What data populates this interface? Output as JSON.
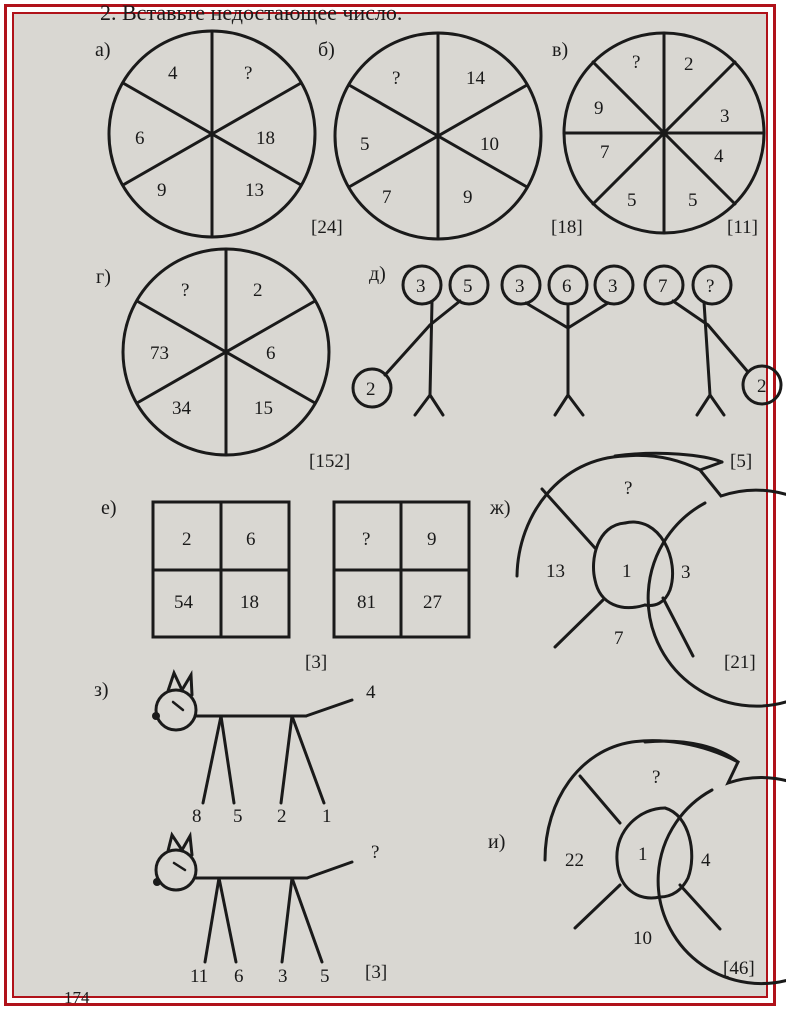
{
  "header": {
    "text": "2. Вставьте недостающее число."
  },
  "page_number": "174",
  "puzzles": {
    "a": {
      "label": "а)",
      "sectors": [
        "4",
        "?",
        "18",
        "13",
        "9",
        "6"
      ],
      "answer": "[24]"
    },
    "b": {
      "label": "б)",
      "sectors": [
        "?",
        "14",
        "10",
        "9",
        "7",
        "5"
      ],
      "answer": "[18]"
    },
    "v": {
      "label": "в)",
      "sectors": [
        "?",
        "2",
        "3",
        "4",
        "5",
        "5",
        "7",
        "9"
      ],
      "answer": "[11]"
    },
    "g": {
      "label": "г)",
      "sectors": [
        "?",
        "2",
        "6",
        "15",
        "34",
        "73"
      ],
      "answer": "[152]"
    },
    "d": {
      "label": "д)",
      "figure1": {
        "head_left": "3",
        "head_right": "5",
        "hand": "2"
      },
      "figure2": {
        "head_left": "3",
        "head_mid": "6",
        "head_right": "3"
      },
      "figure3": {
        "head_left": "7",
        "head_right": "?",
        "hand": "2"
      },
      "answer": "[5]"
    },
    "e": {
      "label": "е)",
      "grid1": [
        "2",
        "6",
        "54",
        "18"
      ],
      "grid2": [
        "?",
        "9",
        "81",
        "27"
      ],
      "answer": "[3]"
    },
    "zh": {
      "label": "ж)",
      "center": "1",
      "top": "?",
      "right": "3",
      "bottom": "7",
      "left": "13",
      "answer": "[21]"
    },
    "z": {
      "label": "з)",
      "cat1": {
        "tail": "4",
        "legs": [
          "8",
          "5",
          "2",
          "1"
        ]
      },
      "cat2": {
        "tail": "?",
        "legs": [
          "11",
          "6",
          "3",
          "5"
        ]
      },
      "answer": "[3]"
    },
    "i": {
      "label": "и)",
      "center": "1",
      "top": "?",
      "right": "4",
      "bottom": "10",
      "left": "22",
      "answer": "[46]"
    }
  }
}
